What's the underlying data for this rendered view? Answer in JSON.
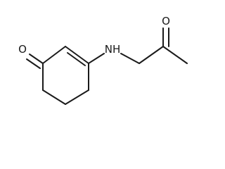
{
  "molecule": {
    "atom_labels": {
      "ring_carbonyl_oxygen": "O",
      "amine_nitrogen": "NH",
      "side_chain_oxygen": "O"
    },
    "line_color": "#1a1a1a",
    "background_color": "#ffffff"
  }
}
